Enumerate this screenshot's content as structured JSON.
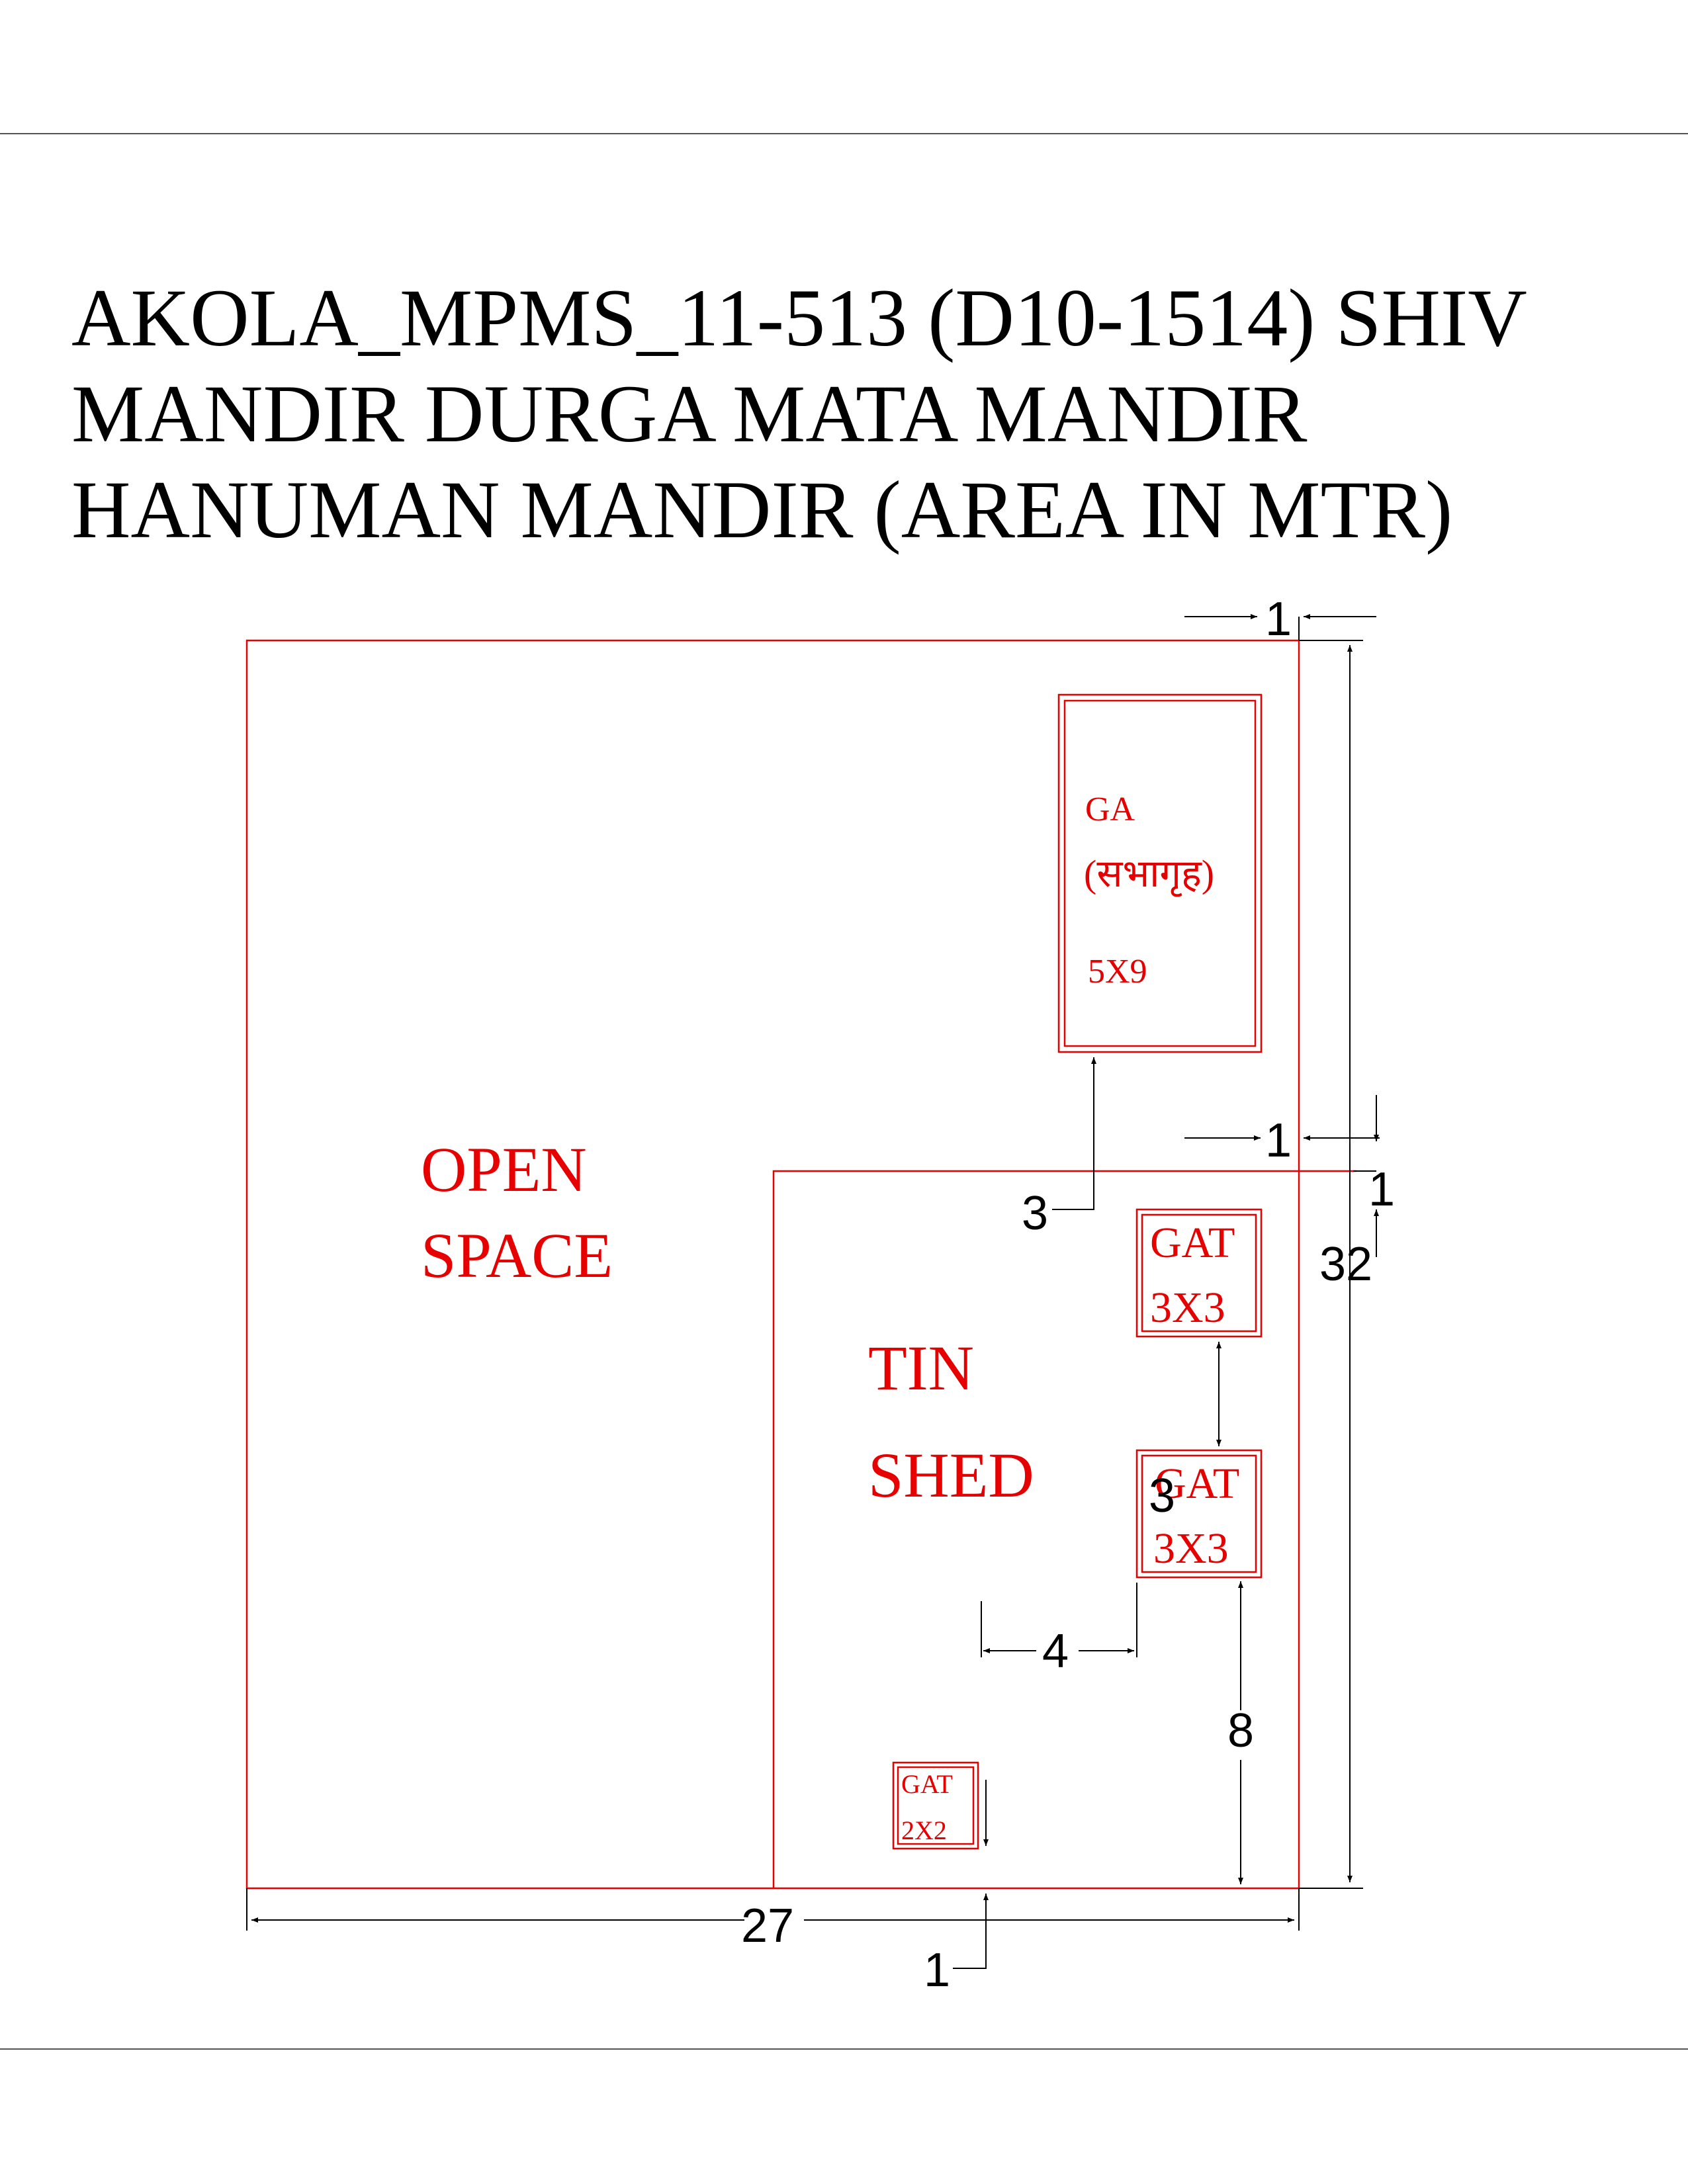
{
  "title": {
    "lines": [
      "AKOLA_MPMS_11-513 (D10-1514) SHIV",
      "MANDIR DURGA MATA MANDIR",
      "HANUMAN MANDIR (AREA IN MTR)"
    ]
  },
  "colors": {
    "outline": "#e60000",
    "dimension": "#000000",
    "title": "#000000",
    "border": "#555555"
  },
  "plan": {
    "open_space": {
      "line1": "OPEN",
      "line2": "SPACE"
    },
    "tin_shed": {
      "line1": "TIN",
      "line2": "SHED"
    },
    "hall": {
      "code": "GA",
      "local_name": "(सभागृह)",
      "size": "5X9"
    },
    "gat_upper": {
      "code": "GAT",
      "size": "3X3"
    },
    "gat_middle": {
      "code": "GAT",
      "size": "3X3"
    },
    "gat_small": {
      "code": "GAT",
      "size": "2X2"
    }
  },
  "dimensions": {
    "top_offset": "1",
    "right_offset": "1",
    "right_vertical_offset": "1",
    "total_height": "32",
    "hall_gap": "3",
    "gat_gap": "3",
    "shed_inner_width": "4",
    "gat_height_from_bottom": "8",
    "total_width": "27",
    "bottom_offset": "1"
  }
}
